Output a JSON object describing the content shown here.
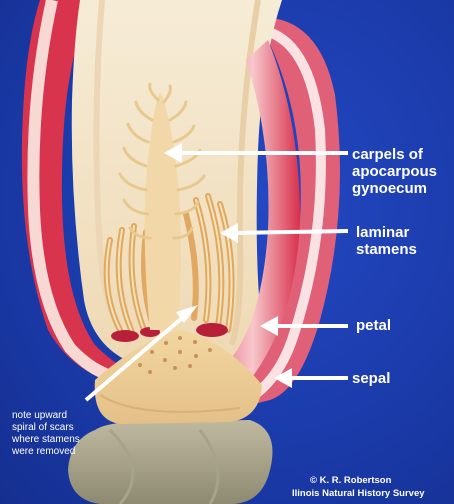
{
  "labels": {
    "carpels": "carpels of\napocarpous\ngynoecum",
    "stamens": "laminar\nstamens",
    "petal": "petal",
    "sepal": "sepal"
  },
  "note": "note upward\nspiral of scars\nwhere stamens\nwere removed",
  "credit": {
    "line1": "© K. R. Robertson",
    "line2": "Ilinois Natural History Survey"
  },
  "colors": {
    "background": "#1a3fb0",
    "petal_edge": "#d02040",
    "petal_inner": "#f3e6cc",
    "label_text": "#ffffff"
  }
}
